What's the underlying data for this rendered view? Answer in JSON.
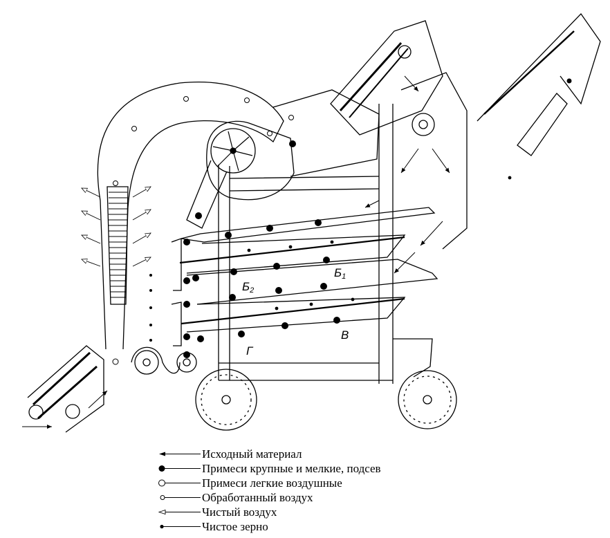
{
  "labels": {
    "b1": "Б",
    "b1_sub": "1",
    "b2": "Б",
    "b2_sub": "2",
    "v": "В",
    "g": "Г"
  },
  "legend": [
    {
      "symbol": "arrow-filled-icon",
      "text": "Исходный материал"
    },
    {
      "symbol": "large-filled-dot-icon",
      "text": "Примеси крупные и мелкие, подсев"
    },
    {
      "symbol": "large-hollow-dot-icon",
      "text": "Примеси легкие воздушные"
    },
    {
      "symbol": "small-hollow-dot-icon",
      "text": "Обработанный воздух"
    },
    {
      "symbol": "hollow-arrow-icon",
      "text": "Чистый воздух"
    },
    {
      "symbol": "small-filled-dot-icon",
      "text": "Чистое зерно"
    }
  ]
}
